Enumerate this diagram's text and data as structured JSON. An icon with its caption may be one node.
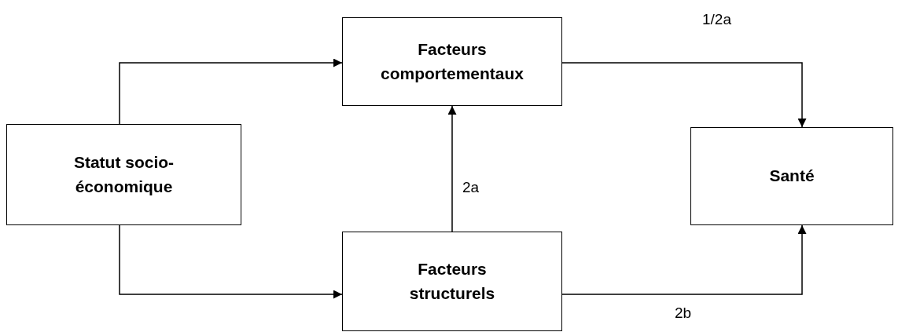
{
  "diagram": {
    "nodes": [
      {
        "text": [
          "Facteurs comportementaux"
        ]
      },
      {
        "text": [
          "Statut socio-économique"
        ]
      },
      {
        "text": [
          "Santé"
        ]
      },
      {
        "text": [
          "Facteurs structurels"
        ]
      }
    ],
    "edges": [
      {
        "from": 1,
        "to": 0,
        "arrow": "to"
      },
      {
        "from": 1,
        "to": 3,
        "arrow": "to"
      },
      {
        "from": 0,
        "to": 2,
        "arrow": "to",
        "label": "1/2a"
      },
      {
        "from": 3,
        "to": 0,
        "arrow": "to",
        "label": "2a"
      },
      {
        "from": 3,
        "to": 2,
        "arrow": "to",
        "label": "2b"
      }
    ]
  }
}
